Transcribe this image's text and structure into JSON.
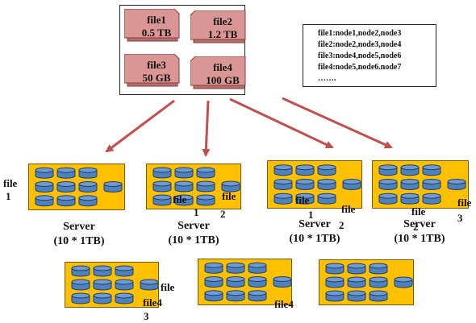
{
  "colors": {
    "arrow": "#c0504d",
    "file_card_fill": "#d99694",
    "file_card_stroke": "#8c3a38",
    "server_fill": "#ffc000",
    "disk_fill": "#4f81bd",
    "disk_stroke": "#1f3e66"
  },
  "files": [
    {
      "name": "file1",
      "size": "0.5 TB"
    },
    {
      "name": "file2",
      "size": "1.2 TB"
    },
    {
      "name": "file3",
      "size": "50 GB"
    },
    {
      "name": "file4",
      "size": "100 GB"
    }
  ],
  "mapping": [
    "file1:node1,node2,node3",
    "file2:node2,node3,node4",
    "file3:node4,node5,node6",
    "file4:node5,node6.node7",
    "……."
  ],
  "server_label": {
    "line1": "Server",
    "line2": "(10 * 1TB)"
  },
  "server_icon": "database-disk-stack",
  "chunk_labels": {
    "file": "file",
    "num1": "1",
    "num2": "2",
    "num3": "3",
    "file4": "file4"
  }
}
